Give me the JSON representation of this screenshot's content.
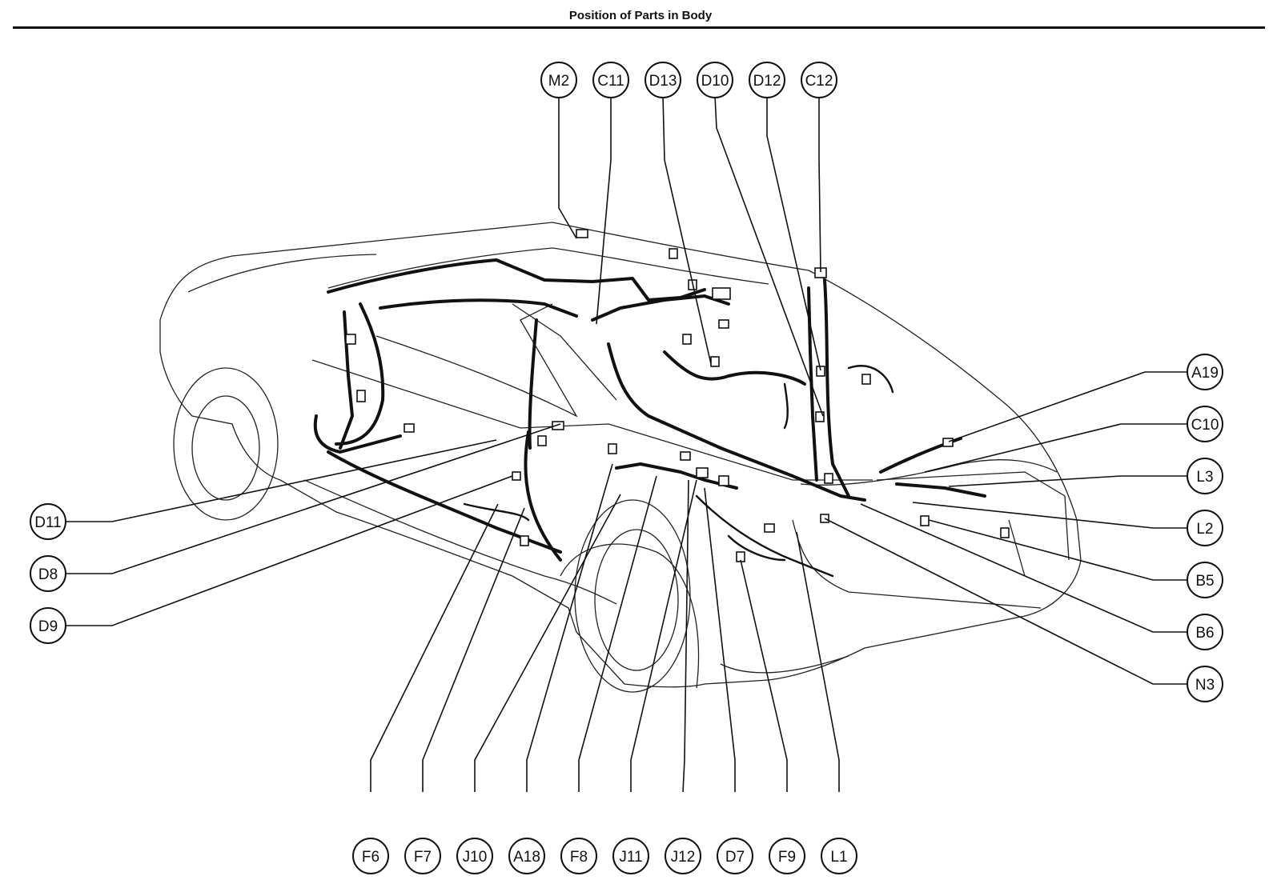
{
  "title": "Position of Parts in Body",
  "labels": [
    {
      "id": "M2"
    },
    {
      "id": "C11"
    },
    {
      "id": "D13"
    },
    {
      "id": "D10"
    },
    {
      "id": "D12"
    },
    {
      "id": "C12"
    },
    {
      "id": "A19"
    },
    {
      "id": "C10"
    },
    {
      "id": "L3"
    },
    {
      "id": "L2"
    },
    {
      "id": "B5"
    },
    {
      "id": "B6"
    },
    {
      "id": "N3"
    },
    {
      "id": "D11"
    },
    {
      "id": "D8"
    },
    {
      "id": "D9"
    },
    {
      "id": "F6"
    },
    {
      "id": "F7"
    },
    {
      "id": "J10"
    },
    {
      "id": "A18"
    },
    {
      "id": "F8"
    },
    {
      "id": "J11"
    },
    {
      "id": "J12"
    },
    {
      "id": "D7"
    },
    {
      "id": "F9"
    },
    {
      "id": "L1"
    }
  ]
}
